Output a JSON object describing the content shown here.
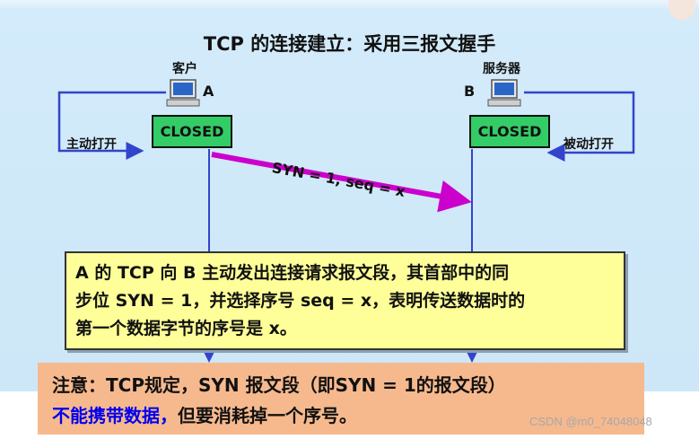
{
  "title": "TCP 的连接建立：采用三报文握手",
  "client": {
    "role": "客户",
    "letter": "A",
    "state": "CLOSED",
    "action": "主动打开"
  },
  "server": {
    "role": "服务器",
    "letter": "B",
    "state": "CLOSED",
    "action": "被动打开"
  },
  "message": {
    "label": "SYN = 1, seq = x"
  },
  "info_lines": [
    "A 的 TCP 向 B 主动发出连接请求报文段，其首部中的同",
    "步位 SYN = 1，并选择序号 seq = x，表明传送数据时的",
    "第一个数据字节的序号是 x。"
  ],
  "note": {
    "line1": "注意：TCP规定，SYN 报文段（即SYN = 1的报文段）",
    "line2_blue": "不能携带数据，",
    "line2_rest": "但要消耗掉一个序号。"
  },
  "watermark": "CSDN @m0_74048048",
  "colors": {
    "state_box": "#33cc66",
    "arrow": "#cc00cc",
    "timeline": "#3344cc",
    "info_box": "#ffff99",
    "note_box": "#f6b98e",
    "note_highlight": "#0000ee"
  },
  "icons": [
    "computer-icon",
    "server-icon"
  ]
}
